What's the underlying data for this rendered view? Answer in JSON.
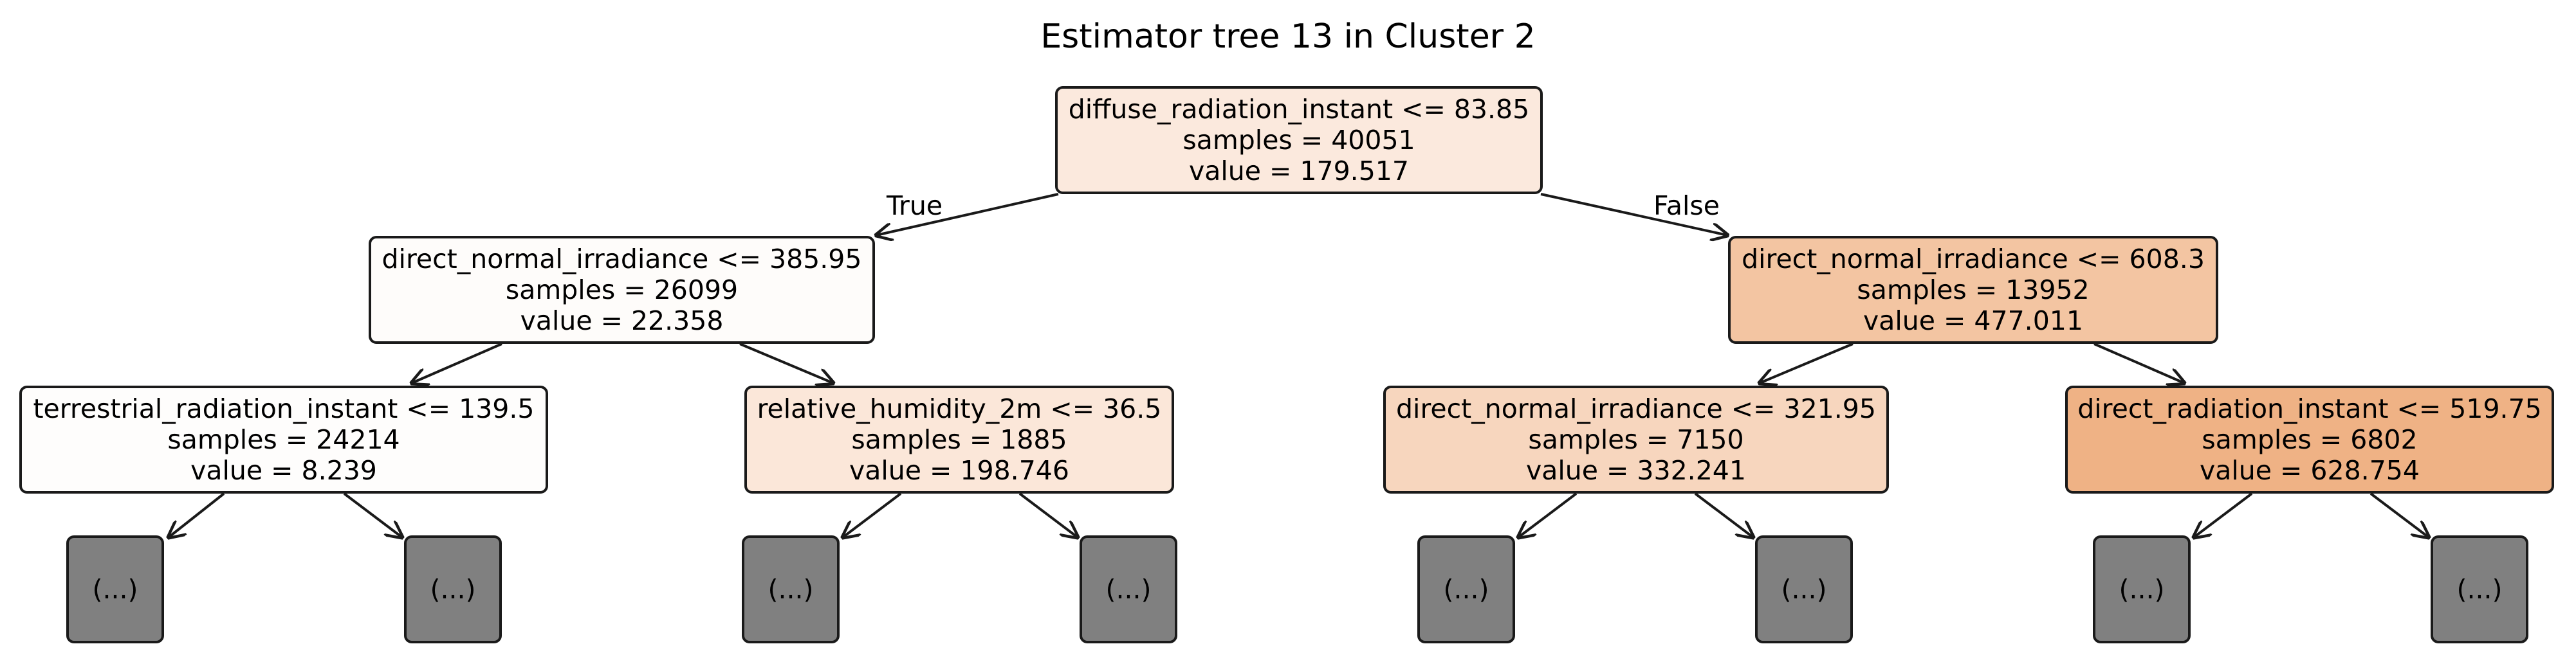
{
  "title": "Estimator tree 13 in Cluster 2",
  "edge_labels": {
    "left": "True",
    "right": "False"
  },
  "nodes": {
    "root": {
      "split": "diffuse_radiation_instant <= 83.85",
      "samples": "samples = 40051",
      "value": "value = 179.517",
      "fill": "#fbe9dd"
    },
    "l": {
      "split": "direct_normal_irradiance <= 385.95",
      "samples": "samples = 26099",
      "value": "value = 22.358",
      "fill": "#fefcfa"
    },
    "r": {
      "split": "direct_normal_irradiance <= 608.3",
      "samples": "samples = 13952",
      "value": "value = 477.011",
      "fill": "#f3c5a2"
    },
    "ll": {
      "split": "terrestrial_radiation_instant <= 139.5",
      "samples": "samples = 24214",
      "value": "value = 8.239",
      "fill": "#fefdfc"
    },
    "lr": {
      "split": "relative_humidity_2m <= 36.5",
      "samples": "samples = 1885",
      "value": "value = 198.746",
      "fill": "#fbe7d9"
    },
    "rl": {
      "split": "direct_normal_irradiance <= 321.95",
      "samples": "samples = 7150",
      "value": "value = 332.241",
      "fill": "#f7d6be"
    },
    "rr": {
      "split": "direct_radiation_instant <= 519.75",
      "samples": "samples = 6802",
      "value": "value = 628.754",
      "fill": "#efb285"
    }
  },
  "truncated_label": "(...)"
}
